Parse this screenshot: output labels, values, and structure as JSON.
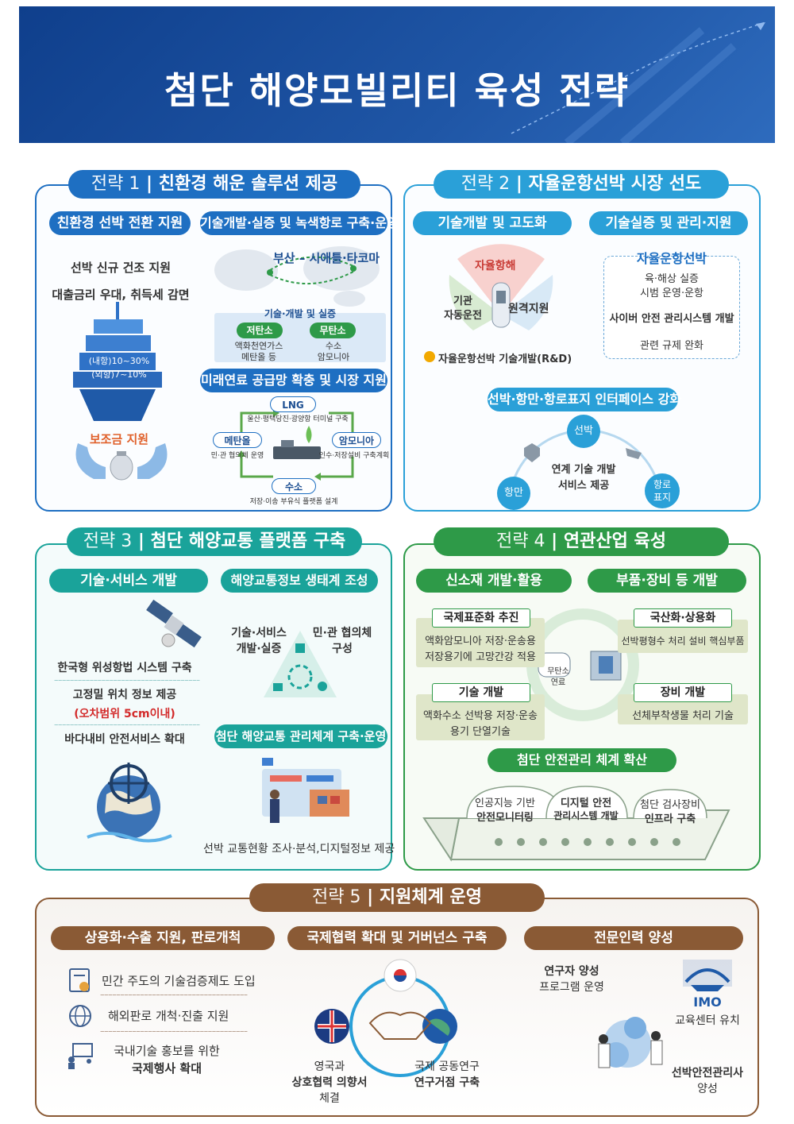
{
  "header": {
    "title": "첨단 해양모빌리티 육성 전략"
  },
  "s1": {
    "num": "전략 1",
    "name": "친환경 해운 솔루션 제공",
    "sub1": {
      "title": "친환경 선박 전환 지원",
      "items": [
        "선박 신규 건조 지원",
        "대출금리 우대, 취득세 감면"
      ],
      "ship_rates": [
        "(내항)10~30%",
        "(외항)7~10%"
      ],
      "subsidy": "보조금 지원"
    },
    "sub2": {
      "title": "기술개발·실증 및 녹색항로 구축·운영",
      "route": "부산 – 시애틀·타코마",
      "box_title": "기술·개발 및 실증",
      "low_label": "저탄소",
      "low_items": [
        "액화천연가스",
        "메탄올 등"
      ],
      "zero_label": "무탄소",
      "zero_items": [
        "수소",
        "암모니아"
      ]
    },
    "sub3": {
      "title": "미래연료 공급망 확충 및 시장 지원",
      "lng": "LNG",
      "lng_desc": "울산·평택당진·광양항 터미널 구축",
      "methanol": "메탄올",
      "methanol_desc": "민·관 협의체 운영",
      "ammonia": "암모니아",
      "ammonia_desc": "인수·저장설비 구축계획",
      "hydrogen": "수소",
      "hydrogen_desc": "저장·이송 부유식 플랫폼 설계"
    }
  },
  "s2": {
    "num": "전략 2",
    "name": "자율운항선박 시장 선도",
    "sub1": {
      "title": "기술개발 및 고도화",
      "avoid": "자율항해",
      "engine": [
        "기관",
        "자동운전"
      ],
      "remote": "원격지원",
      "rnd": "자율운항선박 기술개발(R&D)"
    },
    "sub2": {
      "title": "기술실증 및 관리·지원",
      "box_title": "자율운항선박",
      "items": [
        "육·해상 실증",
        "시범 운영·운항",
        "사이버 안전 관리시스템 개발",
        "관련 규제 완화"
      ]
    },
    "sub3": {
      "title": "선박·항만·항로표지 인터페이스 강화",
      "ship": "선박",
      "port": "항만",
      "buoy": [
        "항로",
        "표지"
      ],
      "center": [
        "연계 기술 개발",
        "서비스 제공"
      ]
    }
  },
  "s3": {
    "num": "전략 3",
    "name": "첨단 해양교통 플랫폼 구축",
    "sub1": {
      "title": "기술·서비스 개발",
      "items": [
        "한국형 위성항법 시스템 구축",
        "고정밀 위치 정보 제공",
        "(오차범위 5cm이내)",
        "바다내비 안전서비스 확대"
      ]
    },
    "sub2": {
      "title": "해양교통정보 생태계 조성",
      "left": [
        "기술·서비스",
        "개발·실증"
      ],
      "right": [
        "민·관 협의체",
        "구성"
      ]
    },
    "sub3": {
      "title": "첨단 해양교통 관리체계 구축·운영",
      "desc": "선박 교통현황 조사·분석,디지털정보 제공"
    }
  },
  "s4": {
    "num": "전략 4",
    "name": "연관산업 육성",
    "sub1": {
      "title": "신소재 개발·활용",
      "std_title": "국제표준화 추진",
      "std_desc": [
        "액화암모니아 저장·운송용",
        "저장용기에 고망간강 적용"
      ],
      "tech_title": "기술 개발",
      "tech_desc": [
        "액화수소 선박용 저장·운송",
        "용기 단열기술"
      ],
      "fuel_label": [
        "무탄소",
        "연료"
      ]
    },
    "sub2": {
      "title": "부품·장비 등 개발",
      "local_title": "국산화·상용화",
      "local_desc": "선박평형수 처리 설비 핵심부품",
      "equip_title": "장비 개발",
      "equip_desc": "선체부착생물 처리 기술"
    },
    "sub3": {
      "title": "첨단 안전관리 체계 확산",
      "items": [
        [
          "인공지능 기반",
          "안전모니터링"
        ],
        [
          "디지털 안전",
          "관리시스템 개발"
        ],
        [
          "첨단 검사장비",
          "인프라 구축"
        ]
      ]
    }
  },
  "s5": {
    "num": "전략 5",
    "name": "지원체계 운영",
    "sub1": {
      "title": "상용화·수출 지원, 판로개척",
      "items": [
        "민간 주도의 기술검증제도 도입",
        "해외판로 개척·진출 지원",
        "국내기술 홍보를 위한",
        "국제행사 확대"
      ]
    },
    "sub2": {
      "title": "국제협력 확대 및 거버넌스 구축",
      "uk": [
        "영국과",
        "상호협력 의향서",
        "체결"
      ],
      "joint": [
        "국제 공동연구",
        "연구거점 구축"
      ]
    },
    "sub3": {
      "title": "전문인력 양성",
      "research": [
        "연구자 양성",
        "프로그램 운영"
      ],
      "imo": "IMO",
      "imo_desc": "교육센터 유치",
      "safety": [
        "선박안전관리사",
        "양성"
      ]
    }
  },
  "colors": {
    "blue": "#1e6fc2",
    "teal": "#1aa39a",
    "green": "#2e9a48",
    "brown": "#8a5a35"
  }
}
